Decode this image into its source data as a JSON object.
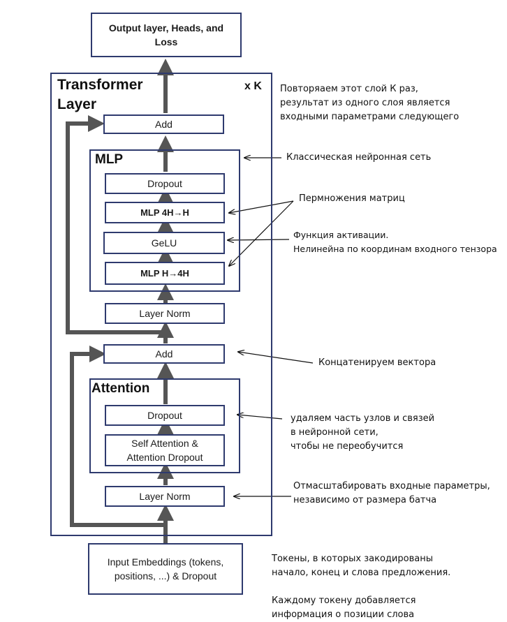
{
  "blocks": {
    "output": "Output layer, Heads, and\nLoss",
    "transformer_title": "Transformer\nLayer",
    "repeat_label": "x K",
    "add_top": "Add",
    "mlp_title": "MLP",
    "mlp_dropout": "Dropout",
    "mlp_4h_h": "MLP 4H→H",
    "gelu": "GeLU",
    "mlp_h_4h": "MLP H→4H",
    "layer_norm_top": "Layer Norm",
    "add_bottom": "Add",
    "attention_title": "Attention",
    "attn_dropout": "Dropout",
    "self_attention": "Self Attention &\nAttention Dropout",
    "layer_norm_bottom": "Layer Norm",
    "input": "Input Embeddings (tokens,\npositions, ...) & Dropout"
  },
  "notes": {
    "repeat": "Повторяаем этот слой К раз,\nрезультат из одного слоя является\nвходными параметрами следующего",
    "mlp": "Классическая нейронная сеть",
    "matmul": "Пермножения матриц",
    "activation": "Функция активации.\nНелинейна по координам входного тензора",
    "concat": "Концатенируем вектора",
    "dropout": "удаляем часть узлов и связей\nв нейронной сети,\nчтобы не переобучится",
    "layernorm": "Отмасштабировать входные параметры,\nнезависимо от размера батча",
    "tokens": "Токены, в которых закодированы\nначало, конец и слова предложения.\n\nКаждому токену добавляется\nинформация о позиции слова"
  },
  "colors": {
    "border": "#2e3a6e",
    "flow_arrow": "#555555",
    "text": "#111111"
  }
}
